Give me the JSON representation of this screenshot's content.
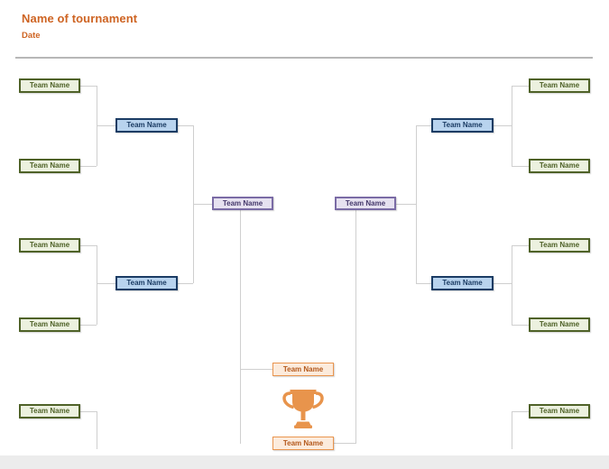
{
  "header": {
    "title": "Name of tournament",
    "date": "Date"
  },
  "bracket": {
    "round1_left": [
      "Team Name",
      "Team Name",
      "Team Name",
      "Team Name",
      "Team Name"
    ],
    "round1_right": [
      "Team Name",
      "Team Name",
      "Team Name",
      "Team Name",
      "Team Name"
    ],
    "round2_left": [
      "Team Name",
      "Team Name"
    ],
    "round2_right": [
      "Team Name",
      "Team Name"
    ],
    "semifinal": [
      "Team Name",
      "Team Name"
    ],
    "final": [
      "Team Name",
      "Team Name"
    ]
  },
  "icons": {
    "center": "trophy-icon"
  },
  "colors": {
    "title_text": "#CE6423",
    "connector": "#CFCFCF",
    "divider": "#B7B7B7",
    "round1_fill": "#ECF1DF",
    "round1_border": "#4F6228",
    "round1_text": "#4F6228",
    "round2_fill": "#B8D3EE",
    "round2_border": "#1B3C64",
    "round2_text": "#1B3C64",
    "semifinal_fill": "#E6E1F0",
    "semifinal_border": "#7A6BA5",
    "semifinal_text": "#45386B",
    "final_fill": "#FCEBDC",
    "final_border": "#E9954F",
    "final_text": "#B4591C",
    "trophy": "#E8944C",
    "footer_strip": "#ECECEC"
  }
}
